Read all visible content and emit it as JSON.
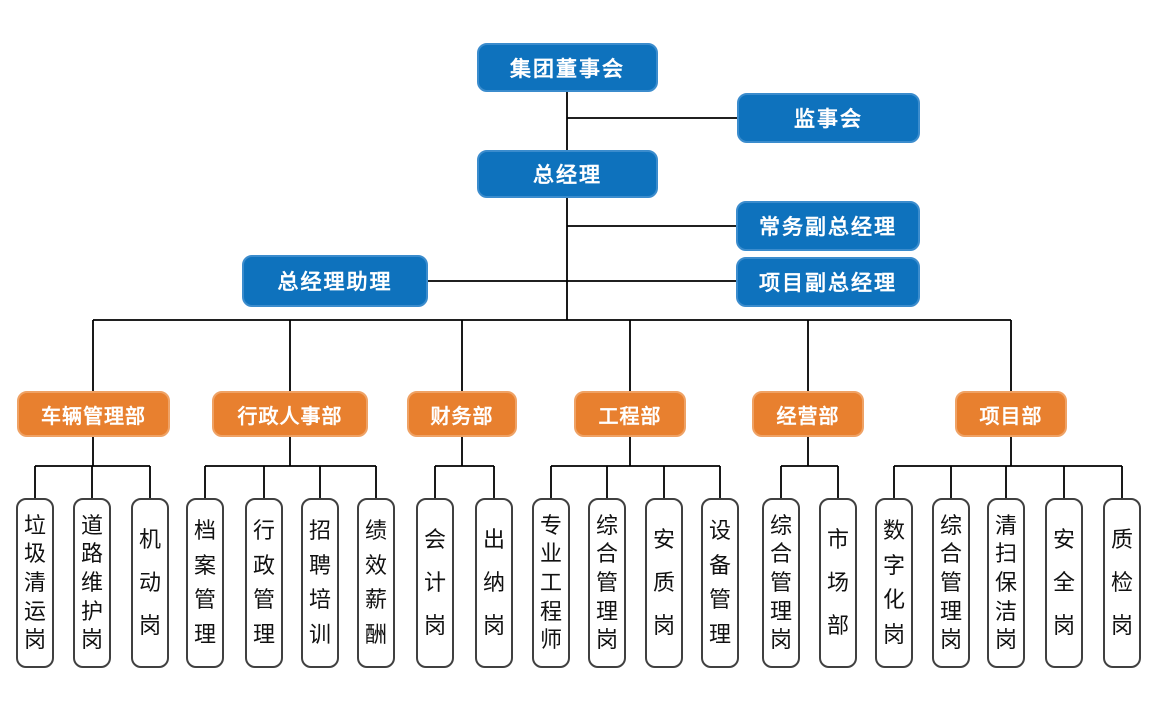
{
  "colors": {
    "executive_box": "#0e72bd",
    "department_box": "#e8802f",
    "position_box_bg": "#ffffff",
    "position_box_border": "#404040",
    "connector_line": "#000000",
    "text_on_color": "#ffffff",
    "position_text": "#111111"
  },
  "executives": {
    "board": "集团董事会",
    "supervisory": "监事会",
    "general_manager": "总经理",
    "executive_deputy_gm": "常务副总经理",
    "gm_assistant": "总经理助理",
    "project_deputy_gm": "项目副总经理"
  },
  "departments": [
    {
      "label": "车辆管理部",
      "children": [
        "垃圾清运岗",
        "道路维护岗",
        "机动岗"
      ]
    },
    {
      "label": "行政人事部",
      "children": [
        "档案管理",
        "行政管理",
        "招聘培训",
        "绩效薪酬"
      ]
    },
    {
      "label": "财务部",
      "children": [
        "会计岗",
        "出纳岗"
      ]
    },
    {
      "label": "工程部",
      "children": [
        "专业工程师",
        "综合管理岗",
        "安质岗",
        "设备管理"
      ]
    },
    {
      "label": "经营部",
      "children": [
        "综合管理岗",
        "市场部"
      ]
    },
    {
      "label": "项目部",
      "children": [
        "数字化岗",
        "综合管理岗",
        "清扫保洁岗",
        "安全岗",
        "质检岗"
      ]
    }
  ]
}
